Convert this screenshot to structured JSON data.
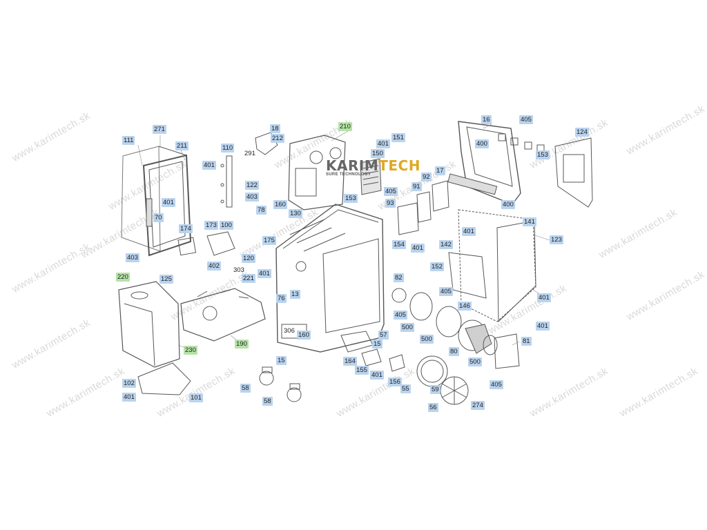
{
  "watermark_text": "www.karimtech.sk",
  "logo": {
    "main_prefix": "KARIM",
    "main_accent": "TECH",
    "tagline": "SURE TECHNOLOGY"
  },
  "accent_colors": {
    "callout_part": "#b9d3ee",
    "callout_assembly": "#b6e3a7",
    "logo_accent": "#e0a822"
  },
  "diagram": {
    "callouts": [
      {
        "label": "271",
        "kind": "blue"
      },
      {
        "label": "111",
        "kind": "blue"
      },
      {
        "label": "211",
        "kind": "blue"
      },
      {
        "label": "401",
        "kind": "blue"
      },
      {
        "label": "70",
        "kind": "blue"
      },
      {
        "label": "110",
        "kind": "blue"
      },
      {
        "label": "401",
        "kind": "blue"
      },
      {
        "label": "18",
        "kind": "blue"
      },
      {
        "label": "212",
        "kind": "blue"
      },
      {
        "label": "210",
        "kind": "green"
      },
      {
        "label": "401",
        "kind": "blue"
      },
      {
        "label": "151",
        "kind": "blue"
      },
      {
        "label": "150",
        "kind": "blue"
      },
      {
        "label": "122",
        "kind": "blue"
      },
      {
        "label": "403",
        "kind": "blue"
      },
      {
        "label": "78",
        "kind": "blue"
      },
      {
        "label": "160",
        "kind": "blue"
      },
      {
        "label": "130",
        "kind": "blue"
      },
      {
        "label": "16",
        "kind": "blue"
      },
      {
        "label": "405",
        "kind": "blue"
      },
      {
        "label": "124",
        "kind": "blue"
      },
      {
        "label": "400",
        "kind": "blue"
      },
      {
        "label": "153",
        "kind": "blue"
      },
      {
        "label": "92",
        "kind": "blue"
      },
      {
        "label": "17",
        "kind": "blue"
      },
      {
        "label": "91",
        "kind": "blue"
      },
      {
        "label": "405",
        "kind": "blue"
      },
      {
        "label": "93",
        "kind": "blue"
      },
      {
        "label": "400",
        "kind": "blue"
      },
      {
        "label": "153",
        "kind": "blue"
      },
      {
        "label": "174",
        "kind": "blue"
      },
      {
        "label": "173",
        "kind": "blue"
      },
      {
        "label": "100",
        "kind": "blue"
      },
      {
        "label": "175",
        "kind": "blue"
      },
      {
        "label": "120",
        "kind": "blue"
      },
      {
        "label": "402",
        "kind": "blue"
      },
      {
        "label": "403",
        "kind": "blue"
      },
      {
        "label": "125",
        "kind": "blue"
      },
      {
        "label": "221",
        "kind": "blue"
      },
      {
        "label": "401",
        "kind": "blue"
      },
      {
        "label": "220",
        "kind": "green"
      },
      {
        "label": "13",
        "kind": "blue"
      },
      {
        "label": "76",
        "kind": "blue"
      },
      {
        "label": "154",
        "kind": "blue"
      },
      {
        "label": "401",
        "kind": "blue"
      },
      {
        "label": "82",
        "kind": "blue"
      },
      {
        "label": "152",
        "kind": "blue"
      },
      {
        "label": "405",
        "kind": "blue"
      },
      {
        "label": "141",
        "kind": "blue"
      },
      {
        "label": "401",
        "kind": "blue"
      },
      {
        "label": "123",
        "kind": "blue"
      },
      {
        "label": "142",
        "kind": "blue"
      },
      {
        "label": "401",
        "kind": "blue"
      },
      {
        "label": "146",
        "kind": "blue"
      },
      {
        "label": "405",
        "kind": "blue"
      },
      {
        "label": "500",
        "kind": "blue"
      },
      {
        "label": "500",
        "kind": "blue"
      },
      {
        "label": "80",
        "kind": "blue"
      },
      {
        "label": "81",
        "kind": "blue"
      },
      {
        "label": "500",
        "kind": "blue"
      },
      {
        "label": "160",
        "kind": "blue"
      },
      {
        "label": "190",
        "kind": "green"
      },
      {
        "label": "230",
        "kind": "green"
      },
      {
        "label": "57",
        "kind": "blue"
      },
      {
        "label": "15",
        "kind": "blue"
      },
      {
        "label": "15",
        "kind": "blue"
      },
      {
        "label": "164",
        "kind": "blue"
      },
      {
        "label": "155",
        "kind": "blue"
      },
      {
        "label": "401",
        "kind": "blue"
      },
      {
        "label": "156",
        "kind": "blue"
      },
      {
        "label": "55",
        "kind": "blue"
      },
      {
        "label": "59",
        "kind": "blue"
      },
      {
        "label": "405",
        "kind": "blue"
      },
      {
        "label": "274",
        "kind": "blue"
      },
      {
        "label": "56",
        "kind": "blue"
      },
      {
        "label": "102",
        "kind": "blue"
      },
      {
        "label": "401",
        "kind": "blue"
      },
      {
        "label": "101",
        "kind": "blue"
      },
      {
        "label": "58",
        "kind": "blue"
      },
      {
        "label": "58",
        "kind": "blue"
      },
      {
        "label": "401",
        "kind": "blue"
      }
    ],
    "plain_labels": [
      {
        "label": "291"
      },
      {
        "label": "303"
      },
      {
        "label": "306"
      }
    ]
  }
}
